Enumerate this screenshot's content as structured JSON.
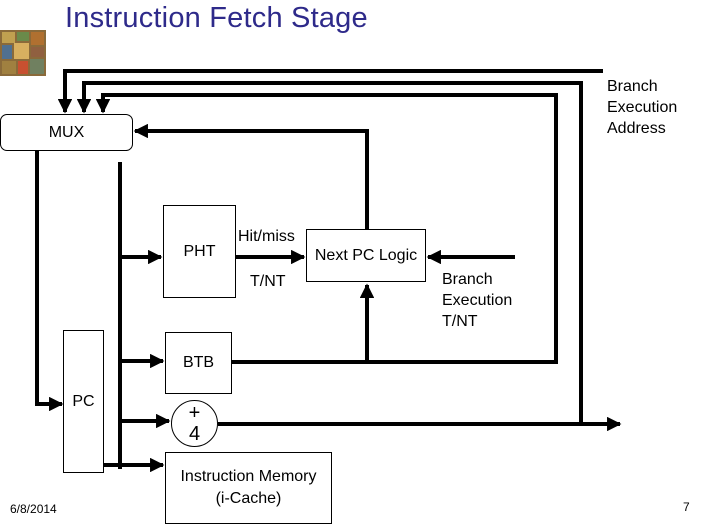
{
  "slide": {
    "title": "Instruction Fetch Stage",
    "date": "6/8/2014",
    "page_number": "7",
    "logo_icon": "chip-die-icon"
  },
  "blocks": {
    "mux": "MUX",
    "pht": "PHT",
    "next_pc": "Next PC Logic",
    "btb": "BTB",
    "pc": "PC",
    "adder": "+ 4",
    "imem": "Instruction Memory (i-Cache)"
  },
  "labels": {
    "branch_exec_address": [
      "Branch",
      "Execution",
      "Address"
    ],
    "branch_exec_tnt": [
      "Branch",
      "Execution",
      "T/NT"
    ],
    "hit_miss": "Hit/miss",
    "tnt": "T/NT"
  },
  "colors": {
    "title": "#2e2a8a",
    "lines": "#000000"
  }
}
